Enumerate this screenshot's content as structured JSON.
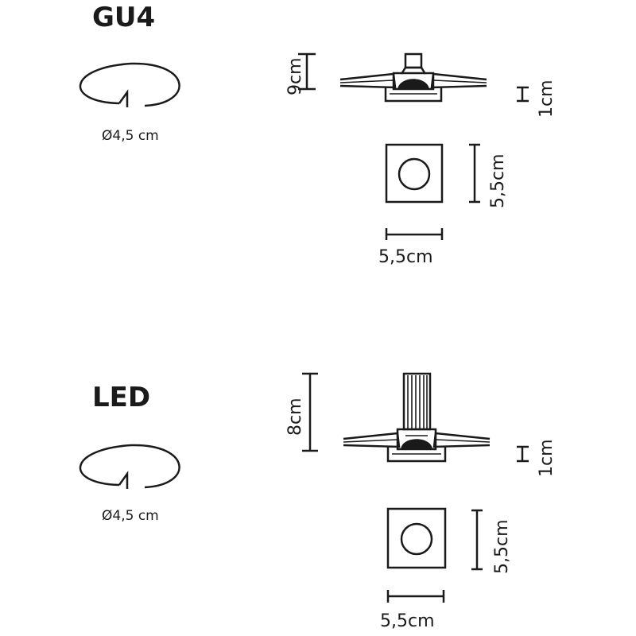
{
  "sections": [
    {
      "title": "GU4",
      "hole_diameter": "Ø4,5 cm",
      "height_label": "9cm",
      "flange_label": "H\n1cm",
      "flange_label_h": "H",
      "flange_label_value": "1cm",
      "side_label": "5,5cm",
      "bottom_label": "5,5cm"
    },
    {
      "title": "LED",
      "hole_diameter": "Ø4,5 cm",
      "height_label": "8cm",
      "flange_label_h": "H",
      "flange_label_value": "1cm",
      "side_label": "5,5cm",
      "bottom_label": "5,5cm"
    }
  ],
  "colors": {
    "ink": "#1a1a1a",
    "background": "#ffffff"
  }
}
